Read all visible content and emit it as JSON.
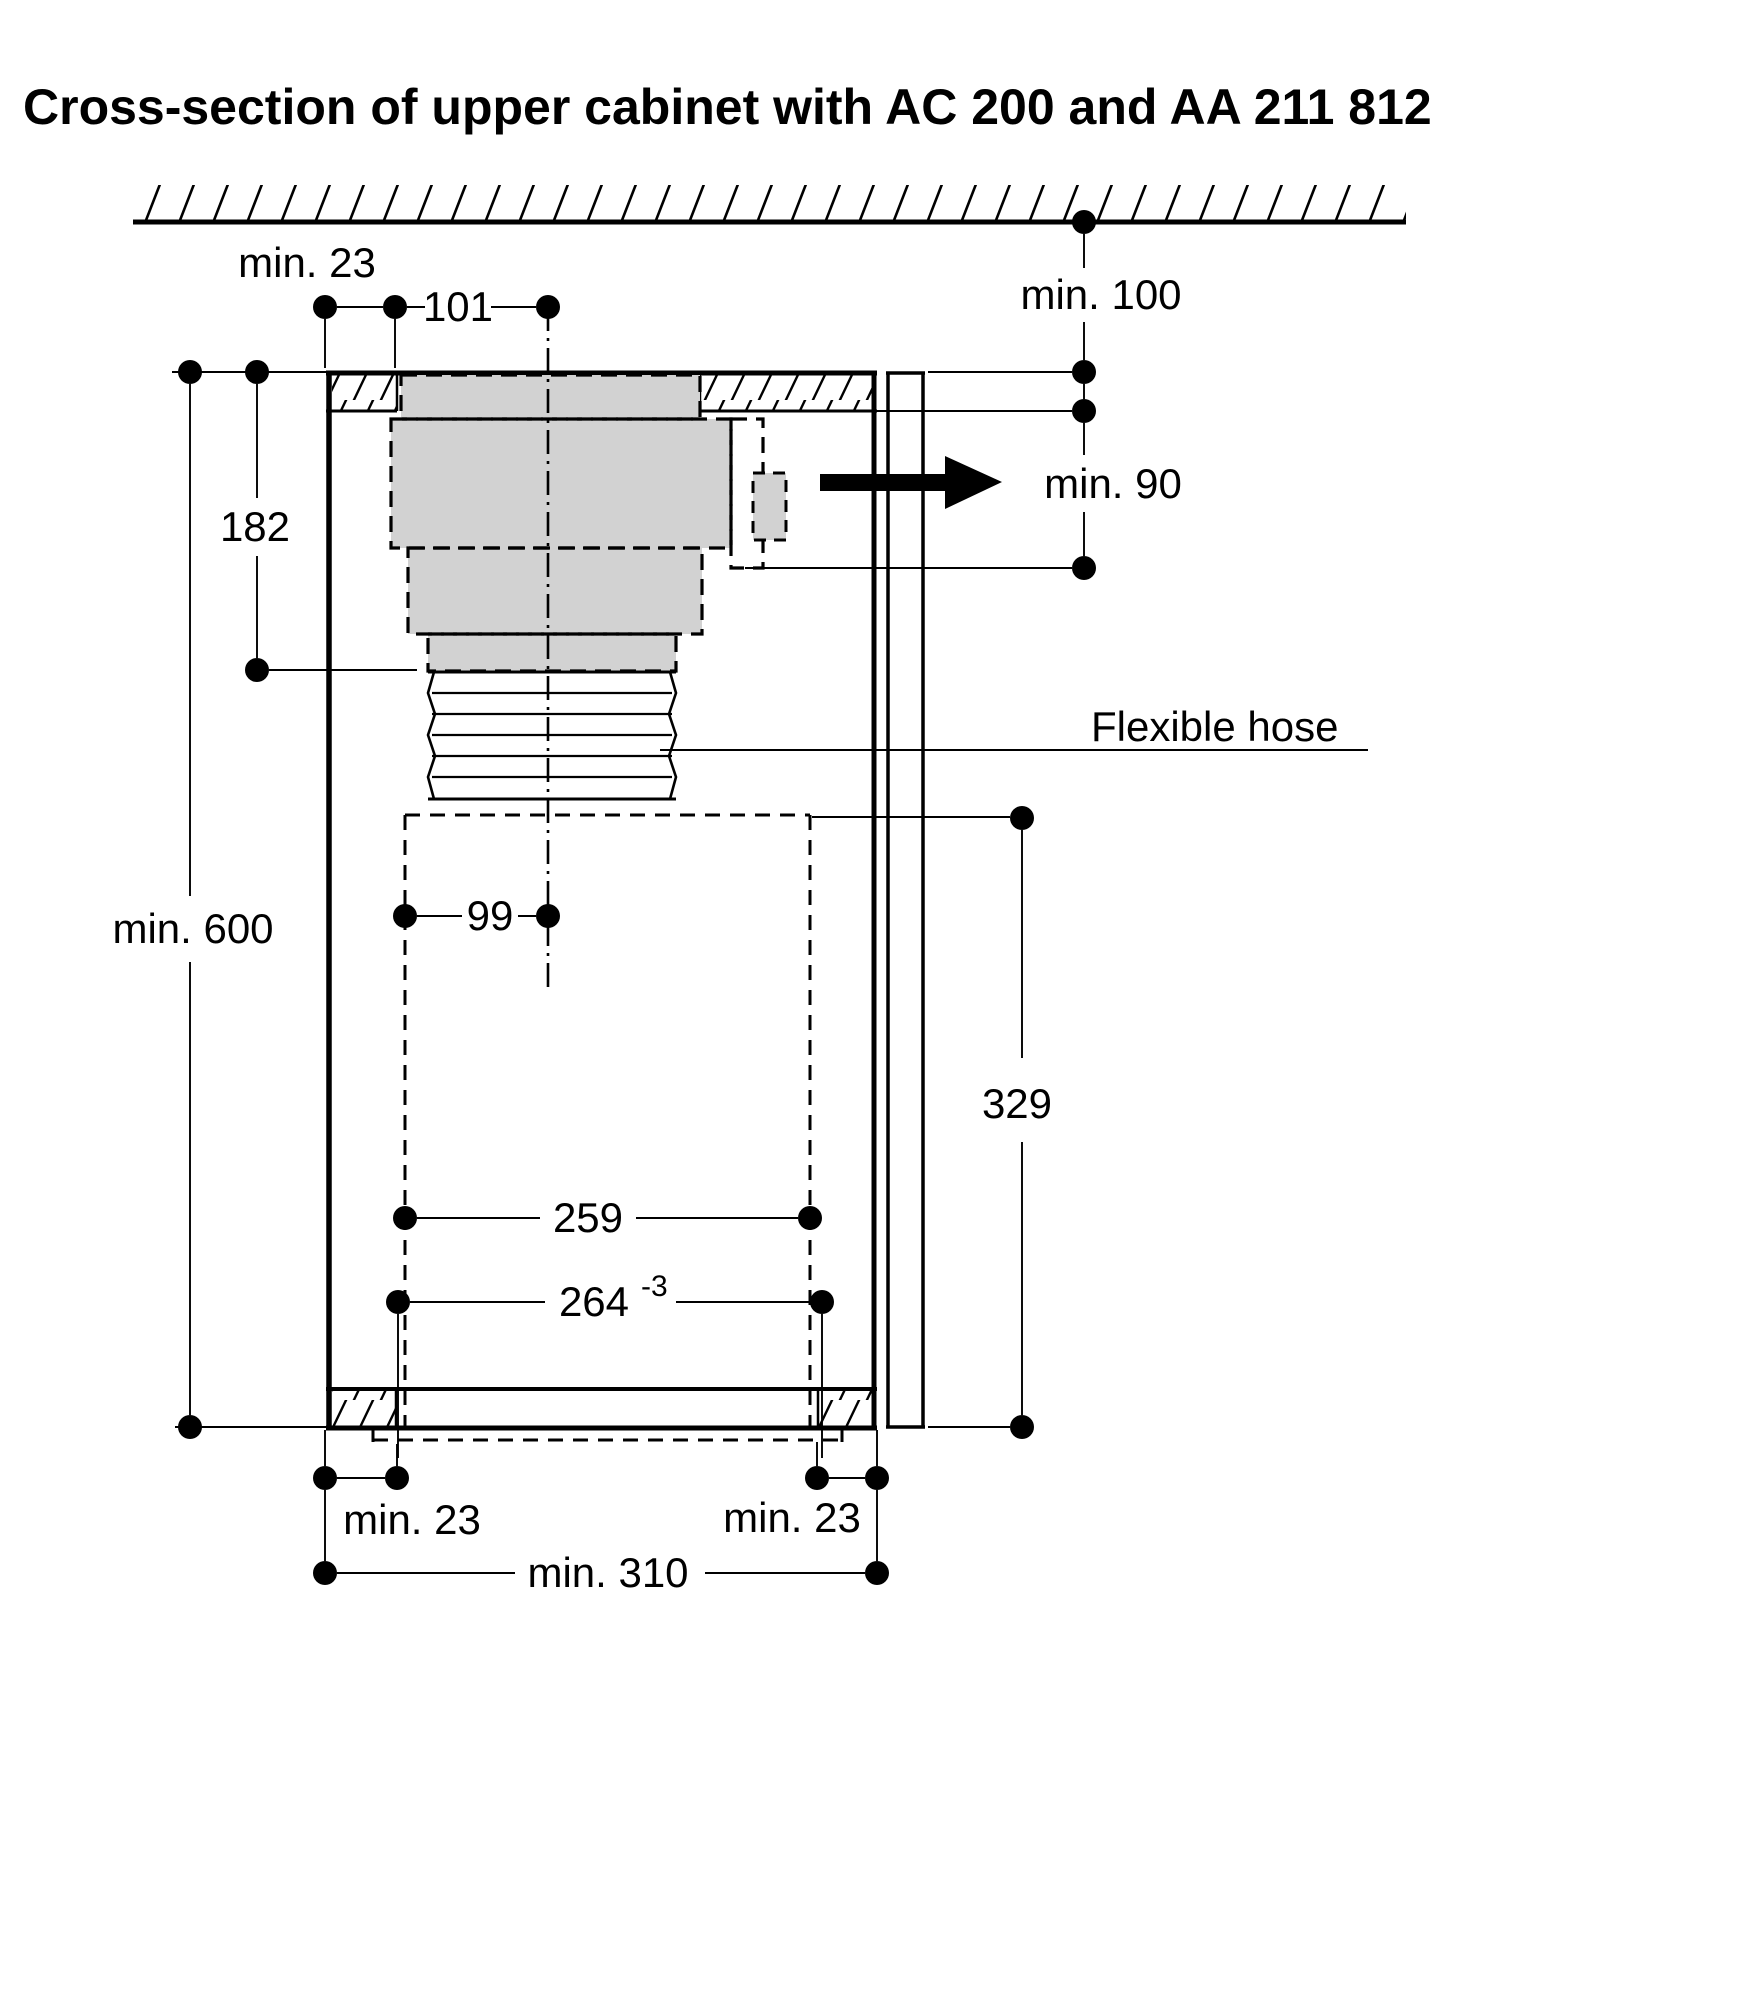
{
  "title": "Cross-section of upper cabinet with AC 200 and AA 211 812",
  "labels": {
    "min_23_top": "min. 23",
    "dim_101": "101",
    "min_100": "min. 100",
    "min_90": "min. 90",
    "dim_182": "182",
    "flexible_hose": "Flexible hose",
    "min_600": "min. 600",
    "dim_99": "99",
    "dim_329": "329",
    "dim_259": "259",
    "dim_264": "264",
    "dim_264_tolerance": "-3",
    "min_23_bottom_left": "min. 23",
    "min_23_bottom_right": "min. 23",
    "min_310": "min. 310"
  },
  "colors": {
    "line_color": "#000000",
    "unit_fill": "#d2d2d2",
    "background": "#ffffff"
  }
}
